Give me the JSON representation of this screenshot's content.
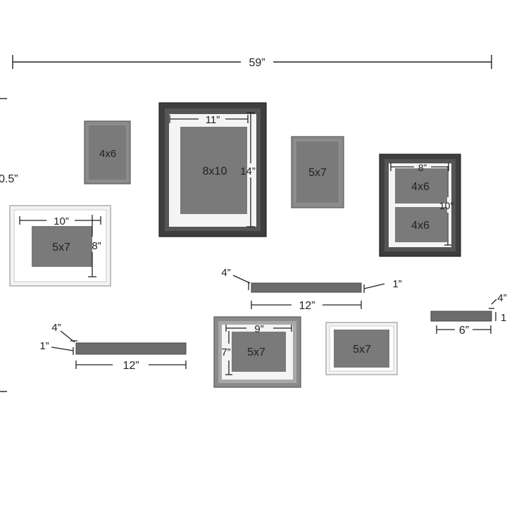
{
  "overall_width": "59”",
  "left_height": "0.5”",
  "frames": {
    "f4x6_top": {
      "label": "4x6"
    },
    "f8x10": {
      "label": "8x10",
      "width": "11”",
      "height": "14”"
    },
    "f5x7_top": {
      "label": "5x7"
    },
    "double": {
      "label_top": "4x6",
      "label_bottom": "4x6",
      "width": "8”",
      "height": "10”"
    },
    "white_left": {
      "label": "5x7",
      "width": "10”",
      "height": "8”"
    },
    "grey_bottom": {
      "label": "5x7",
      "width": "9”",
      "height": "7”"
    },
    "white_bottom": {
      "label": "5x7"
    }
  },
  "shelves": {
    "mid": {
      "depth": "4”",
      "thickness": "1”",
      "length": "12”"
    },
    "left": {
      "depth": "4”",
      "thickness": "1”",
      "length": "12”"
    },
    "right": {
      "depth": "4”",
      "thickness": "1",
      "length": "6”"
    }
  },
  "colors": {
    "line": "#222222",
    "photo": "#7a7a7a",
    "dark_frame": "#3e3e3e",
    "grey_frame": "#8a8a8a",
    "shelf": "#6c6c6c",
    "white_frame": "#f4f4f4"
  }
}
